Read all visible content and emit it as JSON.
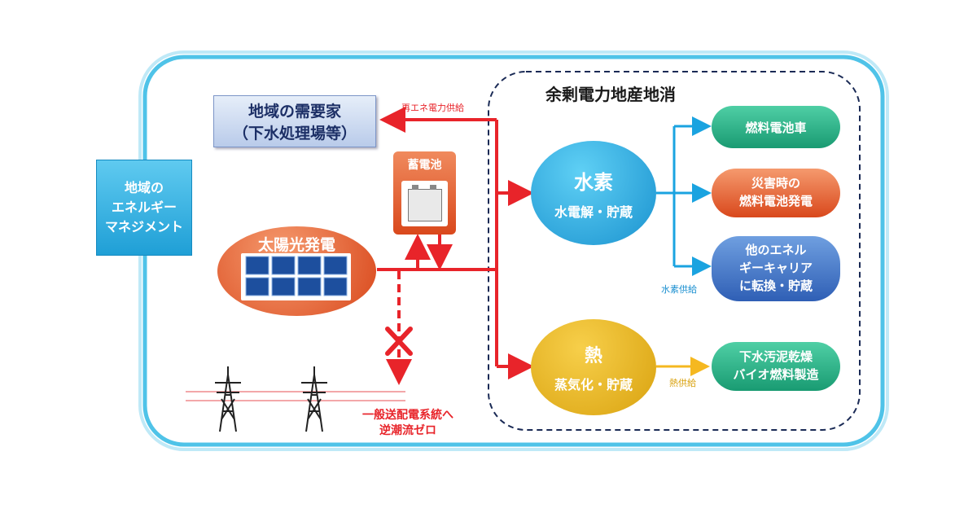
{
  "region_title": "余剰電力地産地消",
  "local_demand": {
    "line1": "地域の需要家",
    "line2": "（下水処理場等）"
  },
  "energy_mgmt": {
    "line1": "地域の",
    "line2": "エネルギー",
    "line3": "マネジメント"
  },
  "battery": {
    "label": "蓄電池"
  },
  "solar": {
    "label": "太陽光発電"
  },
  "hydrogen": {
    "title": "水素",
    "sub": "水電解・貯蔵"
  },
  "heat": {
    "title": "熱",
    "sub": "蒸気化・貯蔵"
  },
  "outputs": {
    "fuel_cell_car": "燃料電池車",
    "disaster_fc": {
      "line1": "災害時の",
      "line2": "燃料電池発電"
    },
    "other_carrier": {
      "line1": "他のエネル",
      "line2": "ギーキャリア",
      "line3": "に転換・貯蔵"
    },
    "sludge": {
      "line1": "下水汚泥乾燥",
      "line2": "バイオ燃料製造"
    }
  },
  "labels": {
    "renewable_supply": "再エネ電力供給",
    "hydrogen_supply": "水素供給",
    "heat_supply": "熱供給",
    "grid": {
      "line1": "一般送配電系統へ",
      "line2": "逆潮流ゼロ"
    }
  },
  "colors": {
    "frame": "#4fc3e8",
    "power_line": "#e8242a",
    "hydrogen_line": "#1aa3e0",
    "heat_line": "#f5b820",
    "region_border": "#1a2a55"
  },
  "icons": [
    "battery-icon",
    "solar-panel-icon",
    "transmission-tower-icon",
    "cross-mark-icon"
  ]
}
